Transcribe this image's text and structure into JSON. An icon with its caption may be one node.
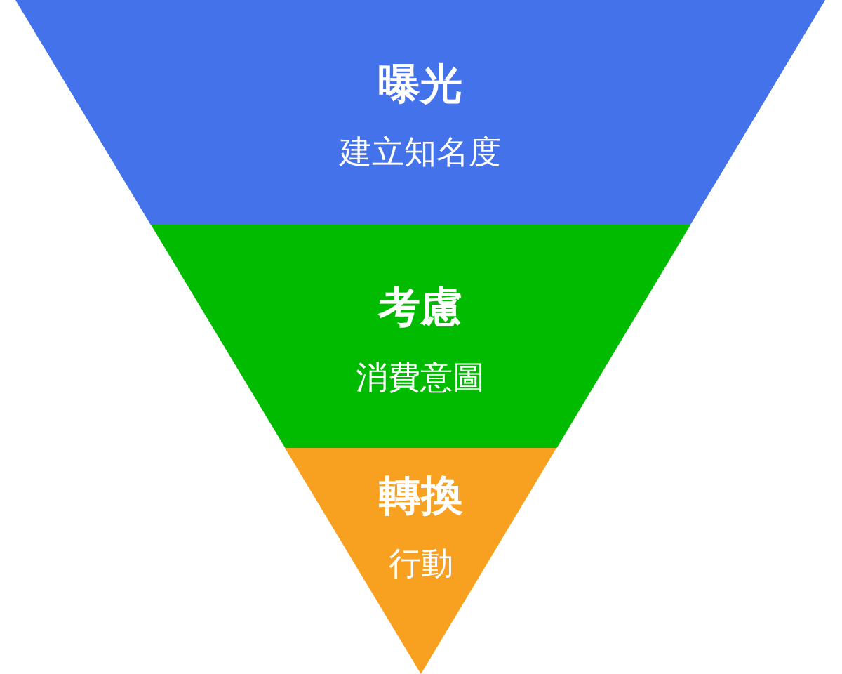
{
  "diagram": {
    "nodes": [
      {
        "text": [
          "曝光",
          "建立知名度"
        ]
      },
      {
        "text": [
          "考慮",
          "消費意圖"
        ]
      },
      {
        "text": [
          "轉換",
          "行動"
        ]
      }
    ]
  }
}
